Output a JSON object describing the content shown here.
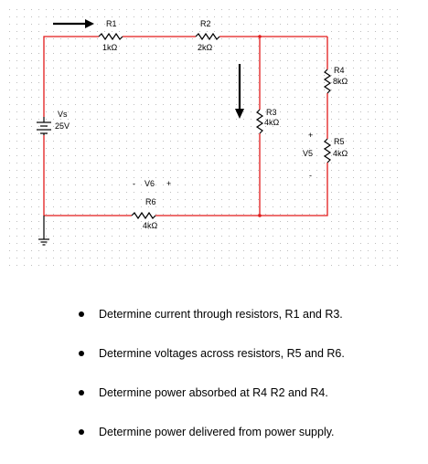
{
  "schematic": {
    "components": {
      "r1": {
        "name": "R1",
        "value": "1kΩ"
      },
      "r2": {
        "name": "R2",
        "value": "2kΩ"
      },
      "r3": {
        "name": "R3",
        "value": "4kΩ"
      },
      "r4": {
        "name": "R4",
        "value": "8kΩ"
      },
      "r5": {
        "name": "R5",
        "value": "4kΩ"
      },
      "r6": {
        "name": "R6",
        "value": "4kΩ"
      },
      "vs": {
        "name": "Vs",
        "value": "25V"
      }
    },
    "meters": {
      "v5": {
        "name": "V5",
        "plus": "+",
        "minus": "-"
      },
      "v6": {
        "name": "V6",
        "plus": "+",
        "minus": "-"
      }
    },
    "colors": {
      "wire": "#e21b1b",
      "grid_dot": "#bdbdbd"
    }
  },
  "tasks": [
    "Determine current through resistors, R1 and  R3.",
    "Determine voltages across resistors, R5 and  R6.",
    "Determine power absorbed at R4 R2 and R4.",
    "Determine power delivered from power supply."
  ]
}
